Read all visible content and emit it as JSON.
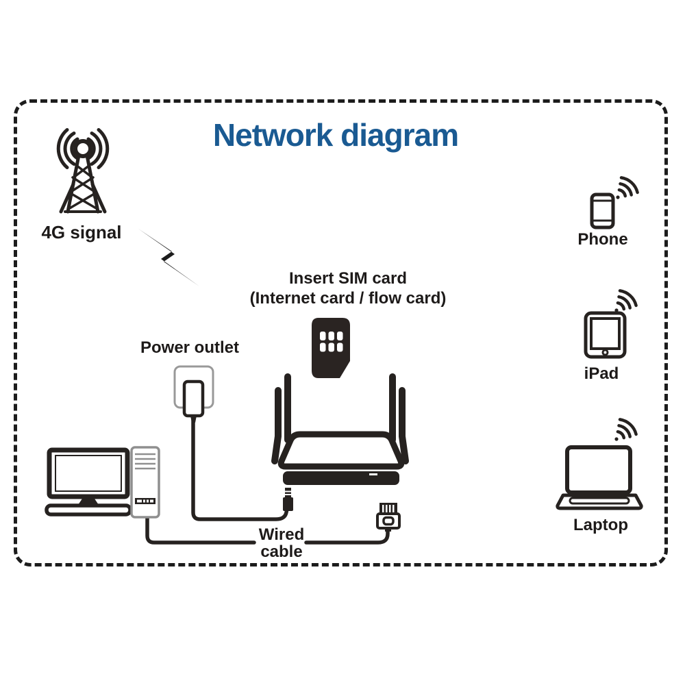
{
  "title": {
    "text": "Network diagram",
    "color": "#1a5a92"
  },
  "labels": {
    "tower": "4G signal",
    "sim_line1": "Insert SIM card",
    "sim_line2": "(Internet card / flow card)",
    "power_outlet": "Power outlet",
    "wired_line1": "Wired",
    "wired_line2": "cable",
    "phone": "Phone",
    "ipad": "iPad",
    "laptop": "Laptop"
  },
  "icons": {
    "tower": "cell-tower-icon",
    "bolt": "lightning-bolt-icon",
    "sim": "sim-card-icon",
    "outlet": "power-outlet-icon",
    "router": "wifi-router-icon",
    "pc": "desktop-computer-icon",
    "power_plug": "power-plug-icon",
    "ethernet": "ethernet-plug-icon",
    "wifi": "wifi-signal-icon",
    "phone": "smartphone-icon",
    "ipad": "tablet-icon",
    "laptop": "laptop-icon"
  },
  "colors": {
    "ink": "#262220",
    "gray": "#8f8f8f",
    "frame": "#1c1c1c",
    "title_blue": "#1a5a92"
  }
}
